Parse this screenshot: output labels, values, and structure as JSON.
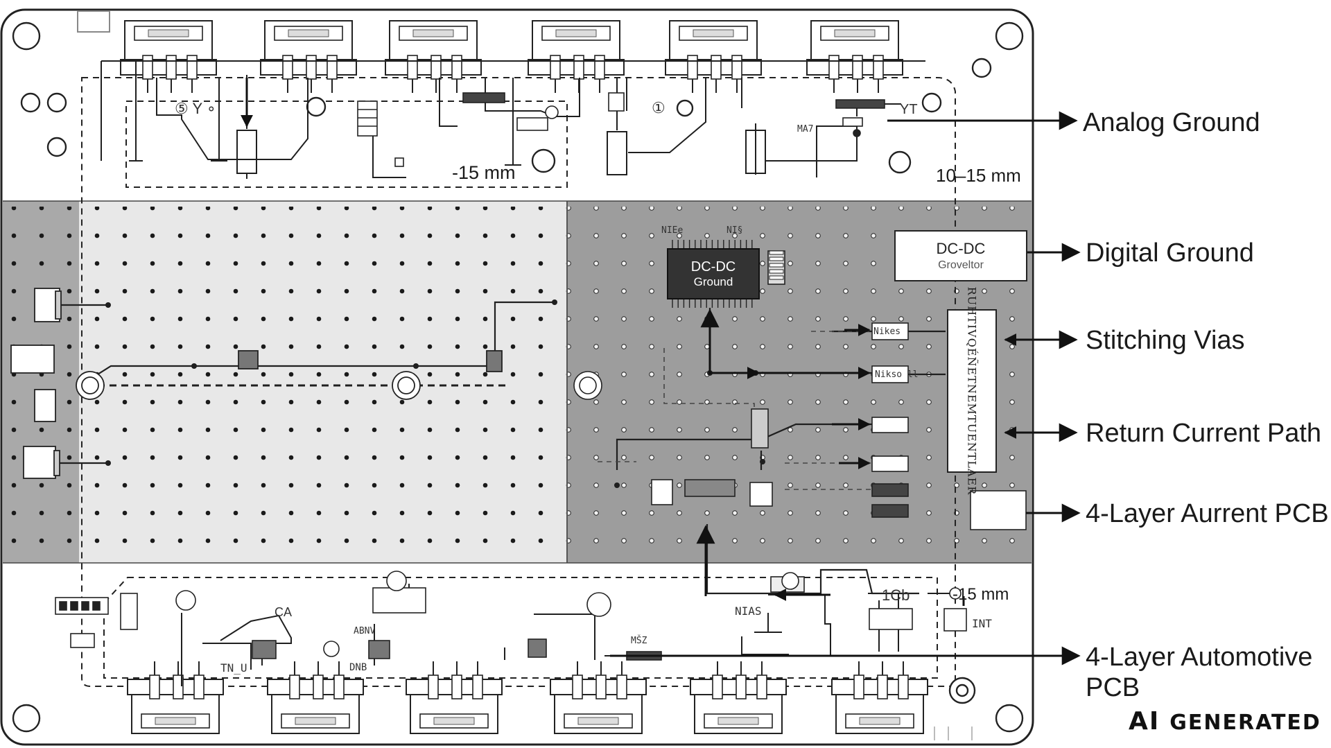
{
  "callouts": [
    {
      "id": "analog-ground",
      "text": "Analog Ground"
    },
    {
      "id": "digital-ground",
      "text": "Digital Ground"
    },
    {
      "id": "stitching-vias",
      "text": "Stitching Vias"
    },
    {
      "id": "return-current-path",
      "text": "Return Current Path"
    },
    {
      "id": "4-layer-aurrent-pcb",
      "text": "4-Layer Aurrent PCB"
    },
    {
      "id": "4-layer-automotive-pcb",
      "text": "4-Layer Automotive PCB"
    }
  ],
  "dimensions": {
    "top_gap": "-15 mm",
    "edge_gap": "10–15 mm",
    "bottom_gap": "-15 mm"
  },
  "chips": {
    "dcdc_ic_title": "DC-DC",
    "dcdc_ic_sub": "Ground",
    "dcdc_box_title": "DC-DC",
    "dcdc_box_sub": "Groveltor"
  },
  "strip_text": "RUHTIVQÉÑETNEMTUENTLAER",
  "ref_labels": {
    "top_circle_5": "⑤ Y ∘",
    "top_r1": "①",
    "top_yt": "YT",
    "mid_nixes": "Nikes",
    "mid_nikso": "Nikso ll",
    "bot_ca": "CA",
    "bot_abnv": "ABNV",
    "bot_nias": "NIAS",
    "bot_1cb": "1Cb",
    "bot_int": "INT",
    "bot_tnu": "TN_U",
    "bot_dnb": "DNB",
    "bot_ms3": "MŠZ",
    "top_nixe": "NIEe",
    "top_nis": "NI§",
    "top_ma7": "MA7"
  },
  "watermark": {
    "ai": "AI",
    "text": "GENERATED"
  },
  "colors": {
    "board_fill": "#ffffff",
    "analog_zone": "#ebebeb",
    "digital_zone": "#9e9e9e",
    "side_strip": "#a8a8a8",
    "trace": "#1f1f1f",
    "via": "#1a1a1a"
  }
}
